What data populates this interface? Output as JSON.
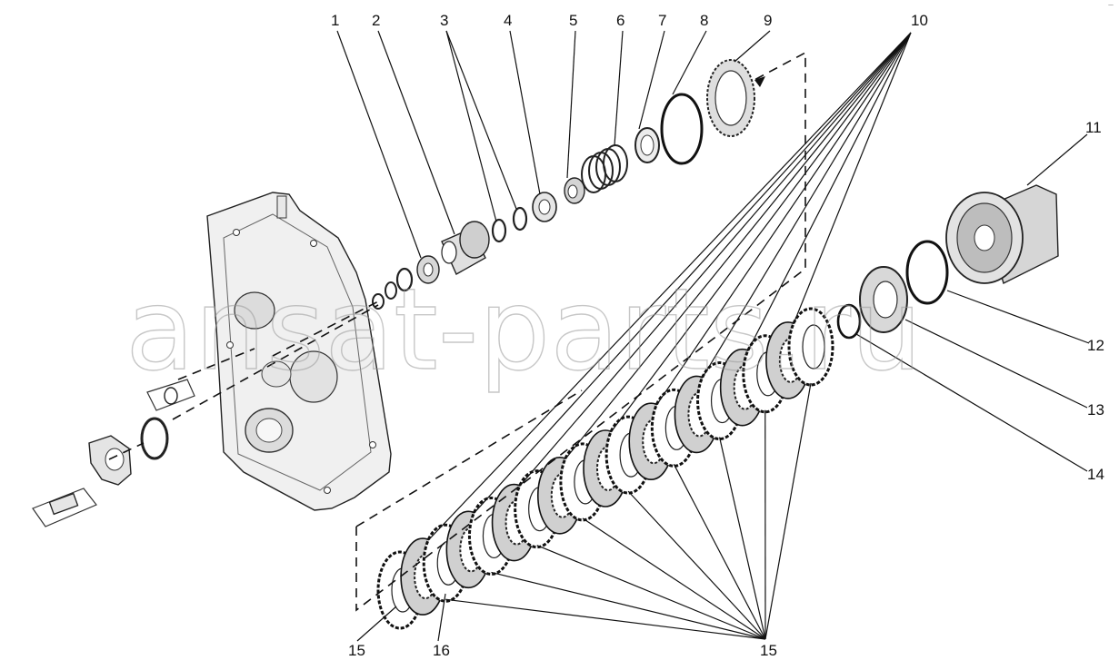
{
  "diagram": {
    "callouts": [
      "1",
      "2",
      "3",
      "4",
      "5",
      "6",
      "7",
      "8",
      "9",
      "10",
      "11",
      "12",
      "13",
      "14",
      "15",
      "16",
      "15"
    ],
    "watermark": "ansat-parts.ru",
    "corner_tag": "—"
  }
}
